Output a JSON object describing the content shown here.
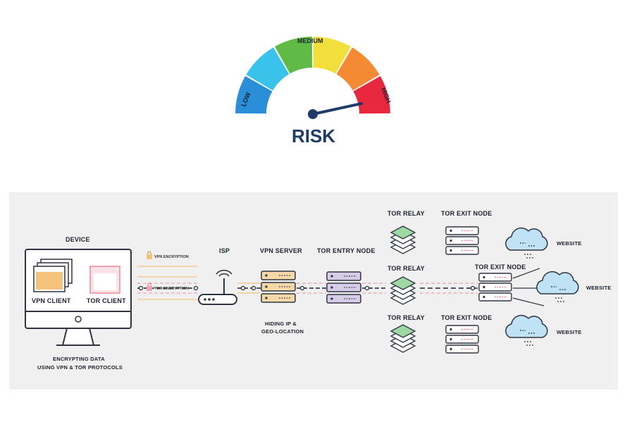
{
  "gauge": {
    "title": "RISK",
    "labels": {
      "low": "LOW",
      "medium": "MEDIUM",
      "high": "HIGH"
    },
    "segment_colors": [
      "#2a8fd8",
      "#39c2ea",
      "#5fbb46",
      "#f2df3b",
      "#f48a33",
      "#e8283f"
    ],
    "needle_color": "#1f3b67"
  },
  "diagram": {
    "device": {
      "title": "DEVICE",
      "vpn_client": "VPN CLIENT",
      "tor_client": "TOR CLIENT",
      "caption_line1": "ENCRYPTING DATA",
      "caption_line2": "USING VPN & TOR PROTOCOLS"
    },
    "encryption": {
      "vpn": "VPN ENCRYPTION",
      "tor": "TOR ENCRYPTION"
    },
    "isp": "ISP",
    "vpn_server": {
      "title": "VPN SERVER",
      "caption_line1": "HIDING IP &",
      "caption_line2": "GEO-LOCATION"
    },
    "tor_entry_node": "TOR ENTRY NODE",
    "relays": [
      "TOR RELAY",
      "TOR RELAY",
      "TOR RELAY"
    ],
    "exit_nodes": [
      "TOR EXIT NODE",
      "TOR EXIT NODE",
      "TOR EXIT NODE"
    ],
    "websites": [
      "WEBSITE",
      "WEBSITE",
      "WEBSITE"
    ]
  }
}
